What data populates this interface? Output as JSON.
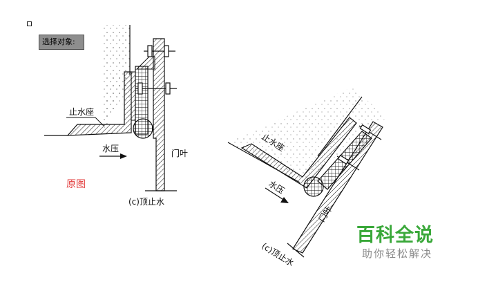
{
  "cad_prompt": {
    "text": "选择对象:"
  },
  "left_drawing": {
    "label_seat": "止水座",
    "label_water_pressure": "水压",
    "label_door_leaf": "门叶",
    "caption": "(c)顶止水",
    "original_label": "原图",
    "original_label_color": "#e23a3a"
  },
  "right_drawing": {
    "label_seat": "止水座",
    "label_water_pressure": "水压",
    "label_door_leaf": "门叶",
    "caption": "(c)顶止水"
  },
  "watermark": {
    "title": "百科全说",
    "subtitle": "助你轻松解决",
    "title_color": "#3aa83a"
  }
}
